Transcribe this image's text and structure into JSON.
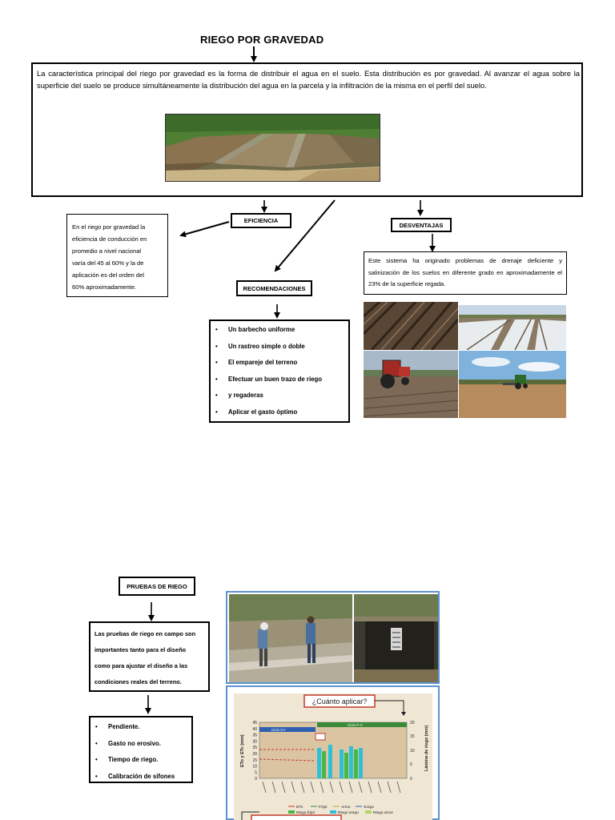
{
  "title": "RIEGO POR GRAVEDAD",
  "intro": "La característica principal del riego por gravedad es la forma de distribuir el agua en el suelo. Esta distribución es por gravedad. Al avanzar el agua sobre la superficie del suelo se produce simultáneamente la distribución del agua en la parcela y la infiltración de la misma en el perfil del suelo.",
  "eficiencia": {
    "label": "EFICIENCIA",
    "text_lines": [
      "En el riego por gravedad la",
      "eficiencia de conducción en",
      "promedio a nivel nacional",
      "varía del 45 al 60% y la de",
      "aplicación es del orden del",
      "60% aproximadamente."
    ]
  },
  "desventajas": {
    "label": "DESVENTAJAS",
    "text": "Este sistema ha originado problemas de drenaje deficiente y salinización de los suelos en diferente grado en aproximadamente el 23% de la superficie regada."
  },
  "recomendaciones": {
    "label": "RECOMENDACIONES",
    "items": [
      "Un barbecho uniforme",
      "Un rastreo simple o doble",
      "El empareje del terreno",
      "Efectuar un buen trazo de riego",
      "y regaderas",
      "Aplicar el gasto óptimo"
    ]
  },
  "pruebas": {
    "label": "PRUEBAS DE RIEGO",
    "text_lines": [
      "Las pruebas de riego en campo son",
      "importantes tanto para el diseño",
      "como para ajustar el diseño a las",
      "condiciones reales del terreno."
    ],
    "items": [
      "Pendiente.",
      "Gasto no erosivo.",
      "Tiempo de riego.",
      "Calibración de sifones"
    ]
  },
  "chart_image": {
    "question": "¿Cuánto aplicar?",
    "cycle_left": "Ciclo O-I",
    "cycle_right": "Ciclo P-V",
    "y_left_label": "ETo y ETc (mm)",
    "y_right_label": "Lámina de riego (mm)",
    "y_left_ticks": [
      "45",
      "40",
      "35",
      "30",
      "25",
      "20",
      "15",
      "10",
      "5",
      "0"
    ],
    "y_right_ticks": [
      "20",
      "15",
      "10",
      "5",
      "0"
    ],
    "legend_row1": [
      "ETo",
      "Frijol",
      "Arroz",
      "Sorgo"
    ],
    "legend_row2": [
      "Riego frijol",
      "Riego sorgo",
      "Riego arroz"
    ]
  },
  "bullet_glyph": "•"
}
